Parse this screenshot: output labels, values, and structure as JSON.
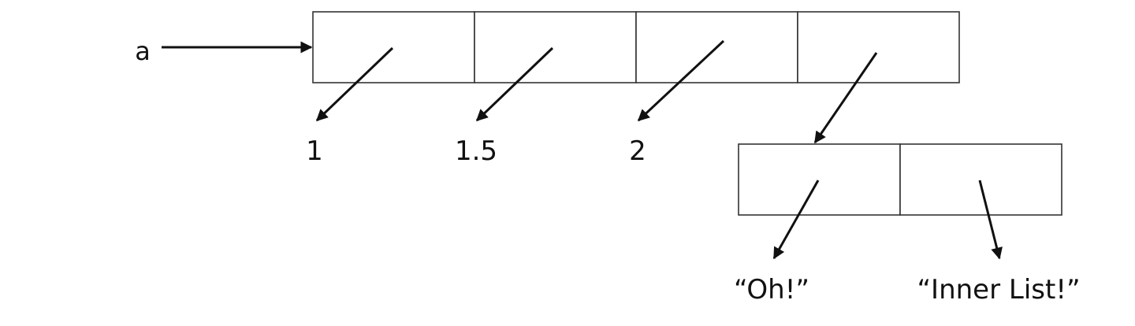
{
  "variable": {
    "name": "a"
  },
  "outer_list": {
    "values": [
      "1",
      "1.5",
      "2"
    ]
  },
  "inner_list": {
    "values": [
      "“Oh!”",
      "“Inner List!”"
    ]
  },
  "colors": {
    "line": "#111111",
    "box_border": "#333333",
    "background": "#ffffff"
  }
}
